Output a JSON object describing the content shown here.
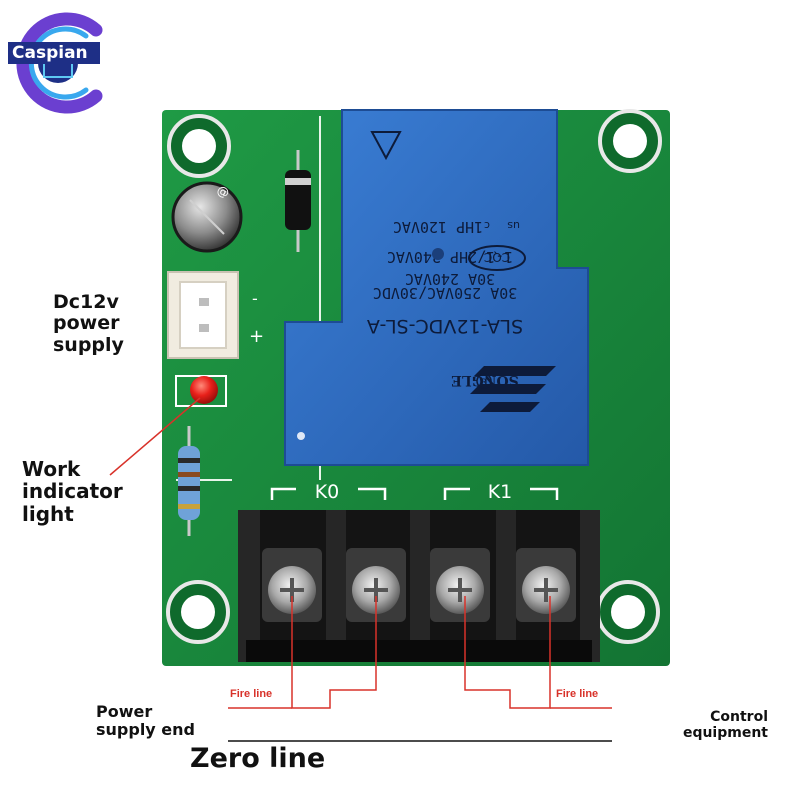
{
  "logo": {
    "text": "Caspian"
  },
  "relay": {
    "line1": "30A 240VAC",
    "line2": "1-1/2HP 240VAC",
    "line3": "1HP 120VAC",
    "cert_us": "us",
    "cert_c": "c",
    "cqc": "CQC",
    "line4": "30A 250VAC/30VDC",
    "model": "SLA-12VDC-SL-A",
    "brand": "SONGLE",
    "reg": "R"
  },
  "board": {
    "minus": "-",
    "plus": "+",
    "k0": "K0",
    "k1": "K1",
    "cap_symbol": "@"
  },
  "labels": {
    "power_line1": "Dc12v",
    "power_line2": "power",
    "power_line3": "supply",
    "work_line1": "Work",
    "work_line2": "indicator",
    "work_line3": "light",
    "fire_left": "Fire line",
    "fire_right": "Fire line",
    "supply_line1": "Power",
    "supply_line2": "supply end",
    "control_line1": "Control",
    "control_line2": "equipment",
    "zero": "Zero line"
  },
  "colors": {
    "pcb": "#1a8a3c",
    "relay": "#2d6cc4",
    "terminal": "#141414",
    "wire": "#d8322a",
    "led": "#e8201a"
  }
}
